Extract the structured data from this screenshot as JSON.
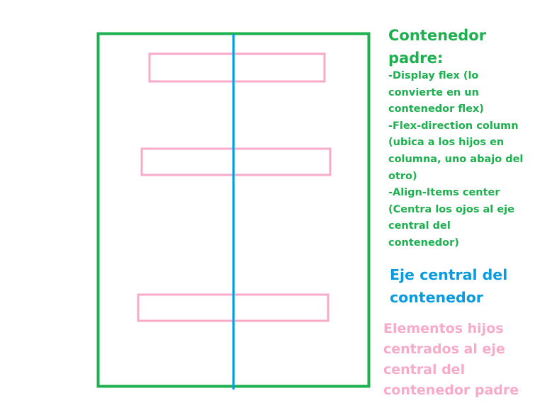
{
  "colors": {
    "container": "#1db04e",
    "axis": "#0a9ae0",
    "children": "#f8aac8"
  },
  "parent_title": [
    "Contenedor",
    "padre:"
  ],
  "parent_notes": [
    "-Display flex (lo",
    "convierte en un",
    "contenedor flex)",
    "-Flex-direction column",
    "(ubica a los hijos en",
    "columna, uno abajo del",
    "otro)",
    "-Align-Items center",
    "(Centra los ojos al eje",
    "central del",
    "contenedor)"
  ],
  "axis_label": [
    "Eje central del",
    "contenedor"
  ],
  "children_label": [
    "Elementos hijos",
    "centrados al eje",
    "central del",
    "contenedor padre"
  ]
}
